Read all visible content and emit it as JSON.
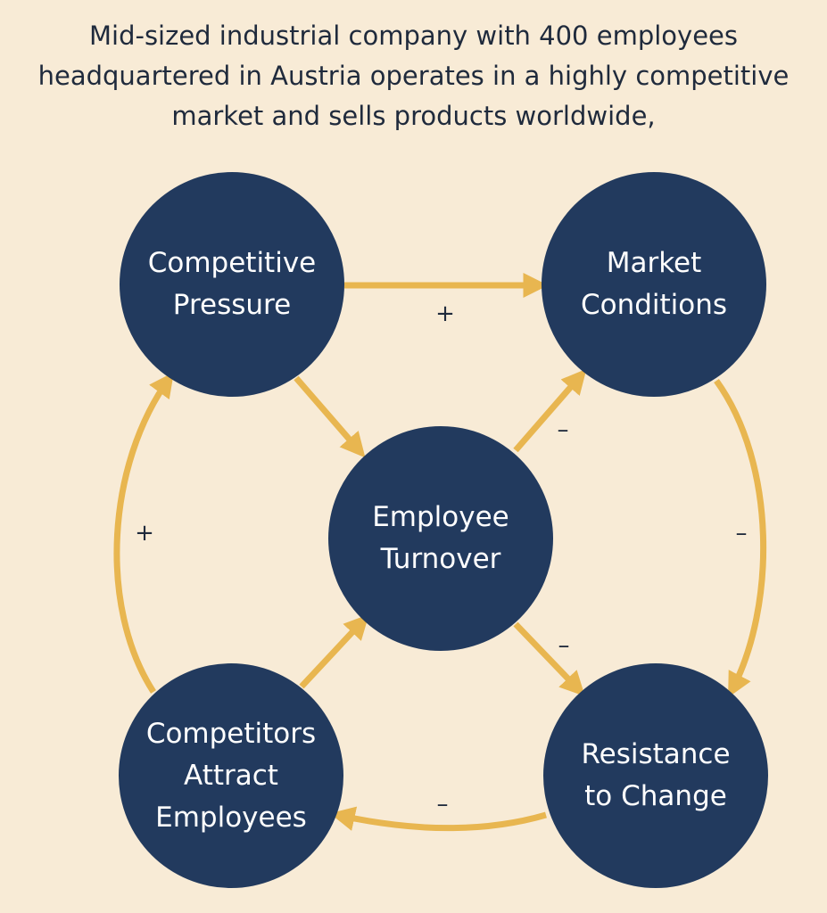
{
  "header": {
    "line1": "Mid-sized industrial company with 400 employees",
    "line2": "headquartered in Austria operates in a highly competitive",
    "line3": "market and sells products worldwide,"
  },
  "colors": {
    "background": "#f8ebd6",
    "node_fill": "#223a5e",
    "arrow": "#e8b650",
    "node_text": "#ffffff",
    "text": "#1f2a3c"
  },
  "nodes": {
    "competitive_pressure": "Competitive\nPressure",
    "market_conditions": "Market\nConditions",
    "employee_turnover": "Employee\nTurnover",
    "competitors_attract": "Competitors\nAttract\nEmployees",
    "resistance_to_change": "Resistance\nto Change"
  },
  "links": [
    {
      "from": "Competitive Pressure",
      "to": "Market Conditions",
      "sign": "+"
    },
    {
      "from": "Competitive Pressure",
      "to": "Employee Turnover",
      "sign": ""
    },
    {
      "from": "Employee Turnover",
      "to": "Market Conditions",
      "sign": "–"
    },
    {
      "from": "Market Conditions",
      "to": "Resistance to Change",
      "sign": "–"
    },
    {
      "from": "Employee Turnover",
      "to": "Resistance to Change",
      "sign": "–"
    },
    {
      "from": "Resistance to Change",
      "to": "Competitors Attract Employees",
      "sign": "–"
    },
    {
      "from": "Competitors Attract Employees",
      "to": "Employee Turnover",
      "sign": ""
    },
    {
      "from": "Competitors Attract Employees",
      "to": "Competitive Pressure",
      "sign": "+"
    }
  ]
}
